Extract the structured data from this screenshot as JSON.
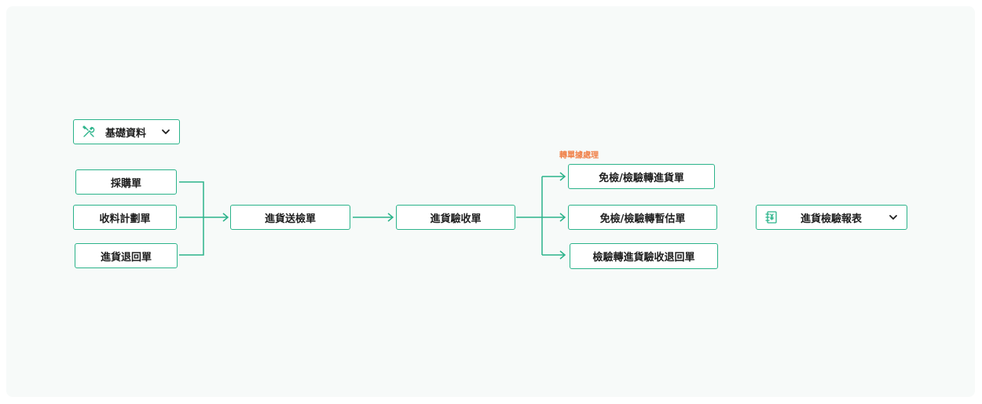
{
  "colors": {
    "accent": "#2bb38a",
    "note": "#f0824a",
    "text": "#1e1e1e",
    "panel": "#f7faf9"
  },
  "basic_data": {
    "label": "基礎資料",
    "icon": "tools-icon",
    "caret": "chevron-down-icon"
  },
  "sources": [
    "採購單",
    "收料計劃單",
    "進貨退回單"
  ],
  "flow": {
    "inspection_request": "進貨送檢單",
    "inspection_receipt": "進貨驗收單"
  },
  "conversion_note": "轉單據處理",
  "outputs": [
    "免檢/檢驗轉進貨單",
    "免檢/檢驗轉暫估單",
    "檢驗轉進貨驗收退回單"
  ],
  "report": {
    "label": "進貨檢驗報表",
    "icon": "report-icon",
    "caret": "chevron-down-icon"
  }
}
